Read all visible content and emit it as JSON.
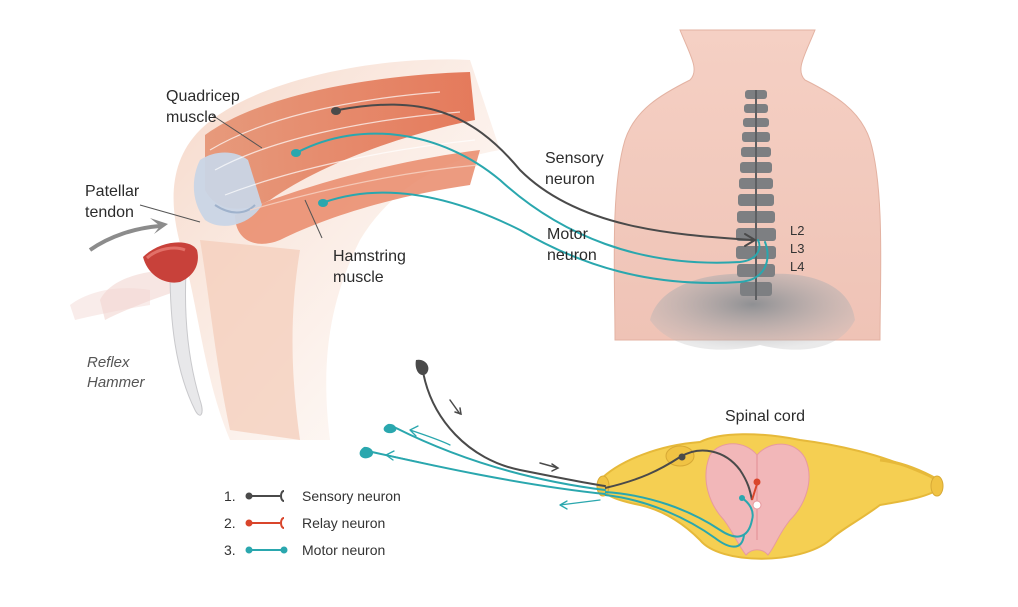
{
  "labels": {
    "quadricep": "Quadricep\nmuscle",
    "patellar": "Patellar\ntendon",
    "hamstring": "Hamstring\nmuscle",
    "hammer": "Reflex\nHammer",
    "sensory": "Sensory\nneuron",
    "motor": "Motor\nneuron",
    "l2": "L2",
    "l3": "L3",
    "l4": "L4",
    "spinal_cord": "Spinal cord"
  },
  "legend": [
    {
      "num": "1.",
      "label": "Sensory neuron",
      "color": "#4a4a4a"
    },
    {
      "num": "2.",
      "label": "Relay neuron",
      "color": "#d9452b"
    },
    {
      "num": "3.",
      "label": "Motor neuron",
      "color": "#2aa7ae"
    }
  ],
  "colors": {
    "sensory": "#4a4a4a",
    "relay": "#d9452b",
    "motor": "#2aa7ae",
    "skin": "#f3c9b4",
    "muscle": "#e07a5b",
    "tendon": "#c9d5e6",
    "hammer": "#c8413a",
    "bone": "#808285",
    "cord_grey": "#f2b7b9",
    "cord_white": "#f5cf52"
  }
}
